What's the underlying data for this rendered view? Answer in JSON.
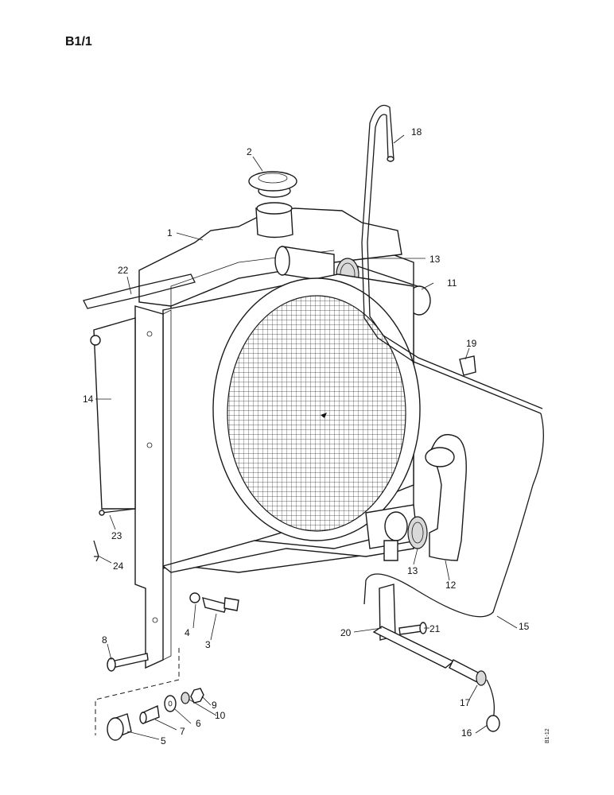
{
  "page_title": "B1/1",
  "figure_ref": "B1-12",
  "callouts": [
    "1",
    "2",
    "3",
    "4",
    "5",
    "6",
    "7",
    "8",
    "9",
    "10",
    "11",
    "12",
    "13",
    "13",
    "14",
    "15",
    "16",
    "17",
    "18",
    "19",
    "20",
    "21",
    "22",
    "23",
    "24"
  ]
}
